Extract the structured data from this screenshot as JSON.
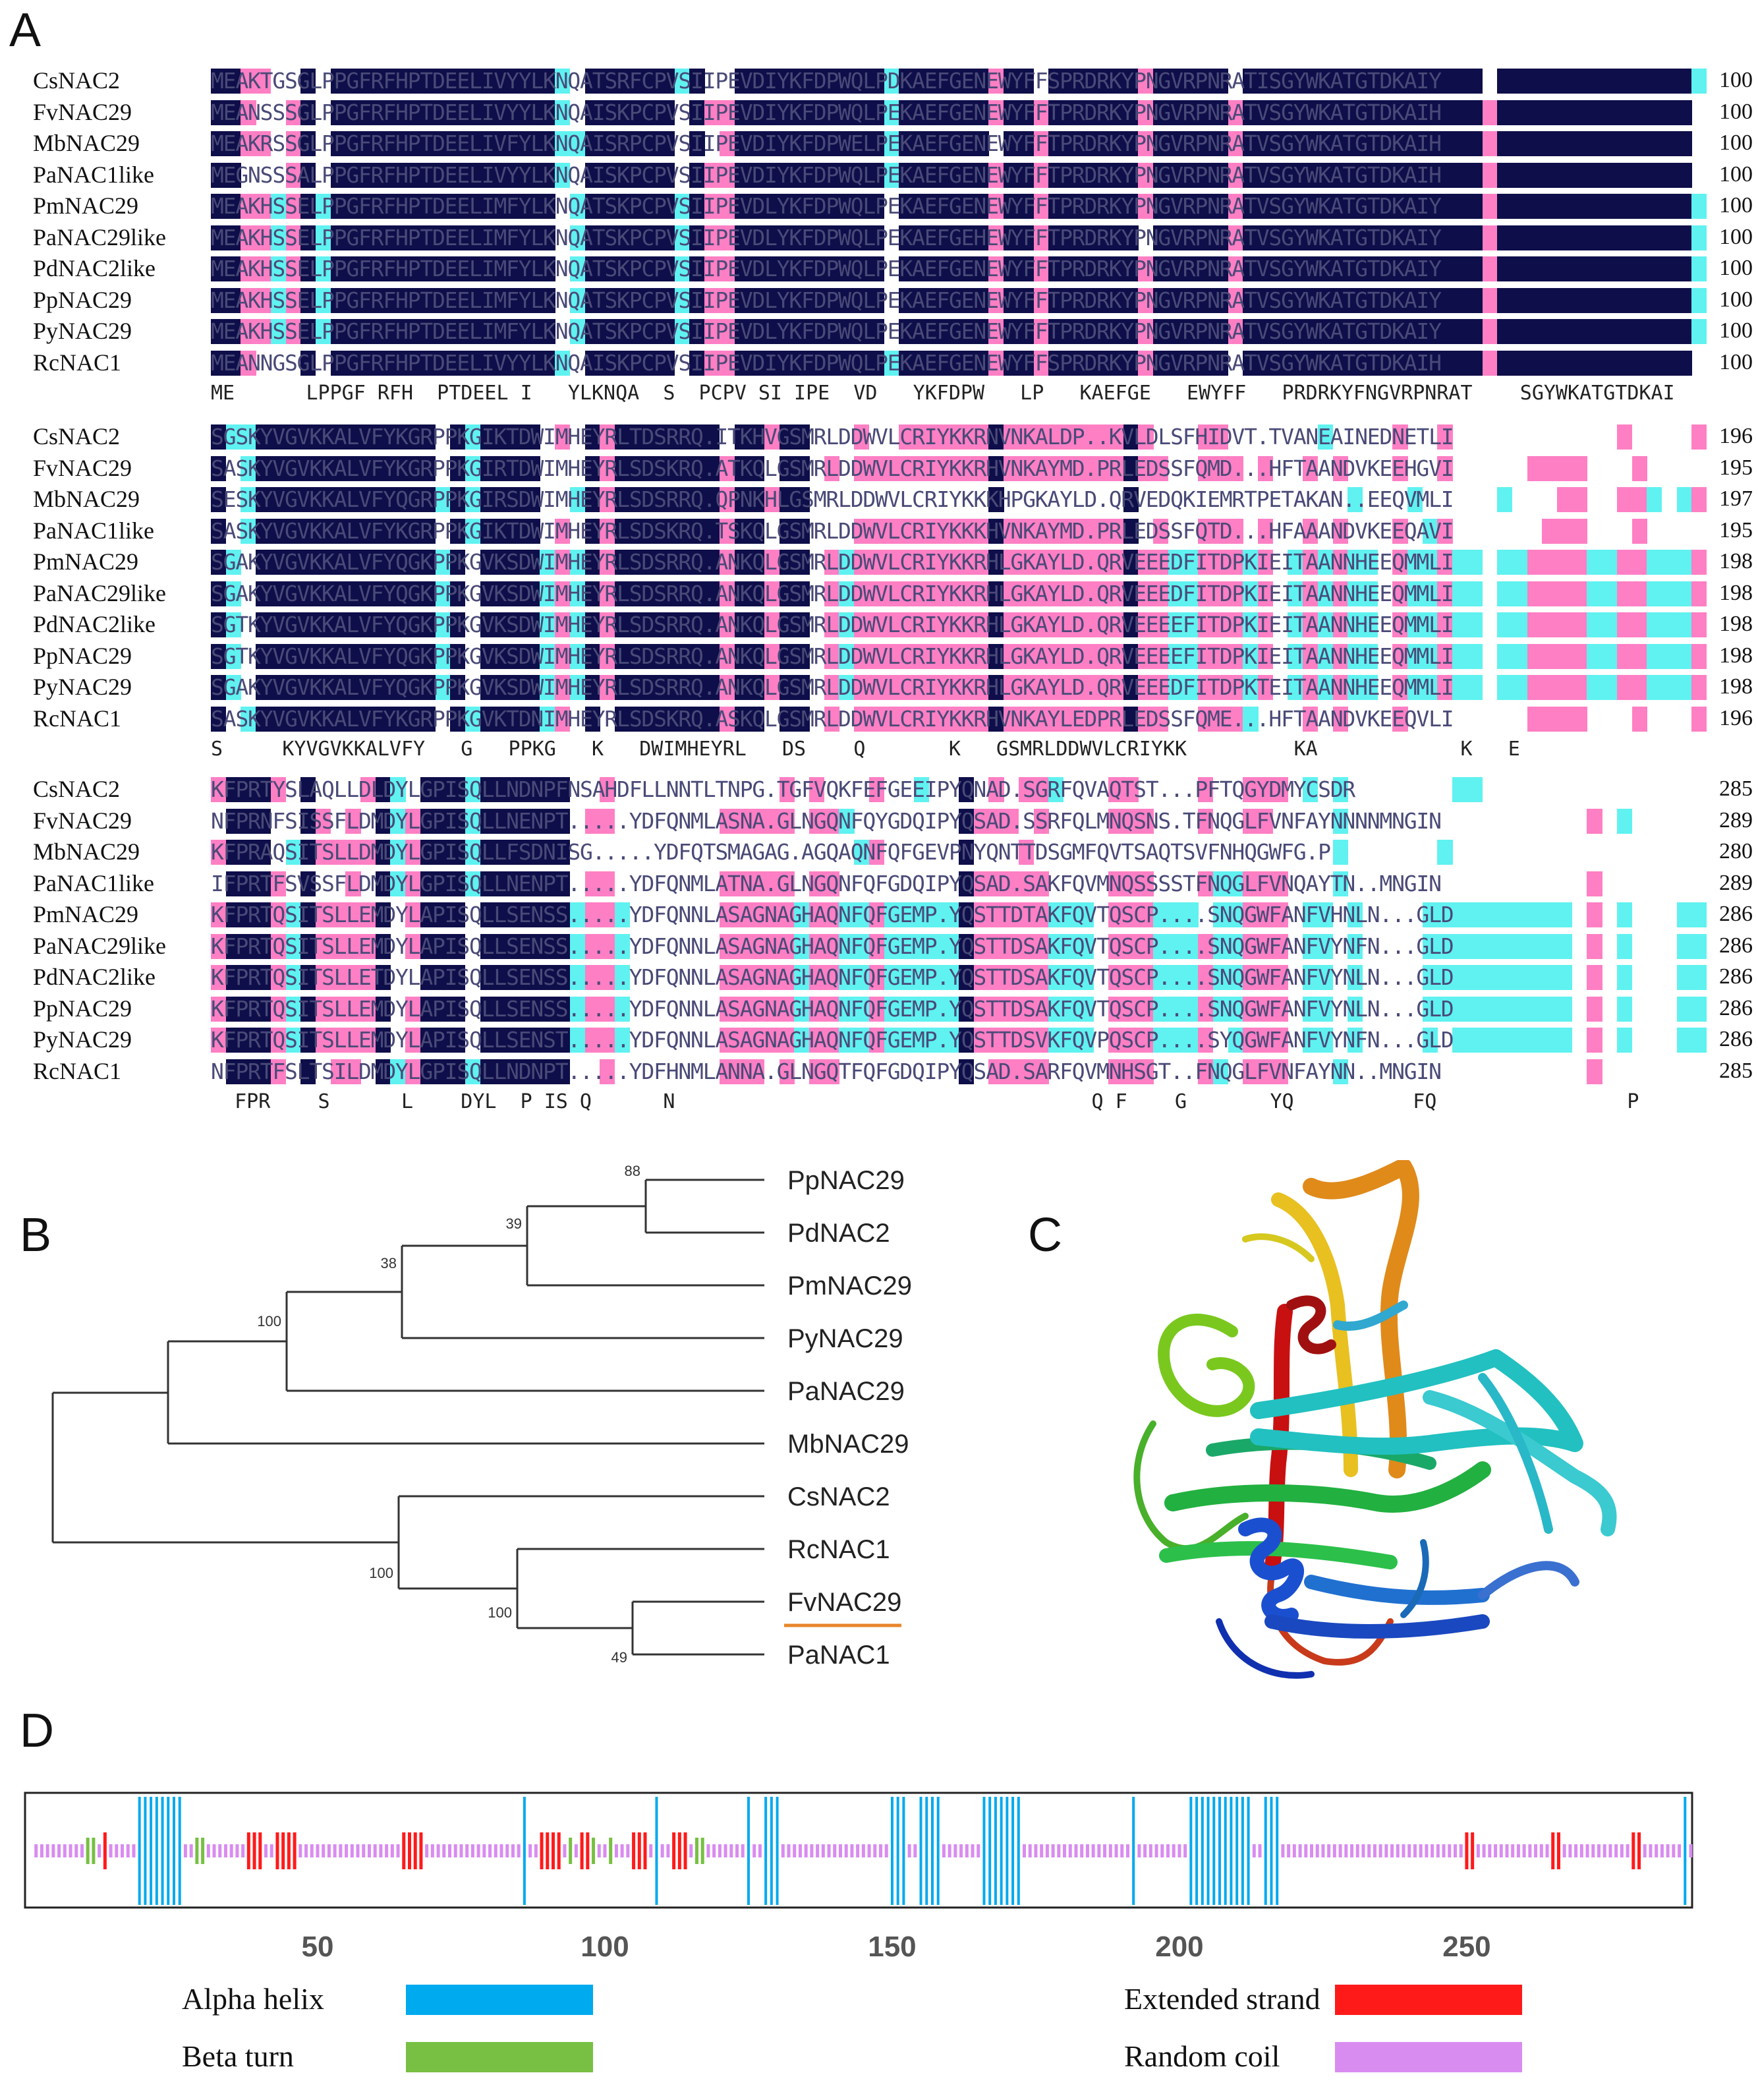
{
  "panels": {
    "a": "A",
    "b": "B",
    "c": "C",
    "d": "D"
  },
  "alignment": {
    "blocks": [
      {
        "rows": [
          {
            "name": "CsNAC2",
            "seq": "MEAKTGSGLPPGFRFHPTDEELIVYYLKNQATSRFCPVSIIPEVDIYKFDPWQLPDKAEFGENEWYFFSPRDRKYPNGVRPNRATISGYWKATGTDKAIY",
            "end": "100"
          },
          {
            "name": "FvNAC29",
            "seq": "MEANSSSGLPPGFRFHPTDEELIVYYLKNQAISKPCPVSIIPEVDIYKFDPWQLPEKAEFGENEWYFFTPRDRKYPNGVRPNRATVSGYWKATGTDKAIH",
            "end": "100"
          },
          {
            "name": "MbNAC29",
            "seq": "MEAKRSSGLPPGFRFHPTDEELIVFYLKNQAISRPCPVSIIPEVDIYKFDPWELPEKAEFGENEWYFFTPRDRKYPNGVRPNRATVSGYWKATGTDKAIH",
            "end": "100"
          },
          {
            "name": "PaNAC1like",
            "seq": "MEGNSSSALPPGFRFHPTDEELIVYYLKNQAISKPCPVSIIPEVDIYKFDPWQLPEKAEFGENEWYFFTPRDRKYPNGVRPNRATVSGYWKATGTDKAIH",
            "end": "100"
          },
          {
            "name": "PmNAC29",
            "seq": "MEAKHSSELPPGFRFHPTDEELIMFYLKNQATSKPCPVSIIPEVDLYKFDPWQLPEKAEFGENEWYFFTPRDRKYPNGVRPNRATVSGYWKATGTDKAIY",
            "end": "100"
          },
          {
            "name": "PaNAC29like",
            "seq": "MEAKHSSELPPGFRFHPTDEELIMFYLKNQATSKPCPVSIIPEVDLYKFDPWQLPEKAEFGEHEWYFFTPRDRKYPNGVRPNRATVSGYWKATGTDKAIY",
            "end": "100"
          },
          {
            "name": "PdNAC2like",
            "seq": "MEAKHSSELPPGFRFHPTDEELIMFYLKNQATSKPCPVSIIPEVDLYKFDPWQLPEKAEFGENEWYFFTPRDRKYPNGVRPNRATVSGYWKATGTDKAIY",
            "end": "100"
          },
          {
            "name": "PpNAC29",
            "seq": "MEAKHSSELPPGFRFHPTDEELIMFYLKNQATSKPCPVSIIPEVDLYKFDPWQLPEKAEFGENEWYFFTPRDRKYPNGVRPNRATVSGYWKATGTDKAIY",
            "end": "100"
          },
          {
            "name": "PyNAC29",
            "seq": "MEAKHSSELPPGFRFHPTDEELIMFYLKNQATSKPCPVSIIPEVDLYKFDPWQLPEKAEFGENEWYFFTPRDRKYPNGVRPNRATVSGYWKATGTDKAIY",
            "end": "100"
          },
          {
            "name": "RcNAC1",
            "seq": "MEANNGSGLPPGFRFHPTDEELIVYYLKNQAISKPCPVSIIPEVDIYKFDPWQLPEKAEFGENEWYFFSPRDRKYPNGVRPNRATVSGYWKATGTDKAIH",
            "end": "100"
          }
        ],
        "consensus": "ME      LPPGF RFH  PTDEEL I   YLKNQA  S  PCPV SI IPE  VD   YKFDPW   LP   KAEFGE   EWYFF   PRDRKYFNGVRPNRAT    SGYWKATGTDKAI"
      },
      {
        "rows": [
          {
            "name": "CsNAC2",
            "seq": "SGSKYVGVKKALVFYKGRPPKGIKTDWIMHEYRLTDSRRQ.ITKHVGSMRLDDWVLCRIYKKRNVNKALDP..KVLDLSFHIDVT.TVANEAINEDNETLI",
            "end": "196"
          },
          {
            "name": "FvNAC29",
            "seq": "SASKYVGVKKALVFYKGRPPKGIRTDWIMHEYRLSDSKRQ.ATKQLGSMRLDDWVLCRIYKKRHVNKAYMD.PRLEDSSFQMD...HFTAANDVKEEHGVI",
            "end": "195"
          },
          {
            "name": "MbNAC29",
            "seq": "SESKYVGVKKALVFYQGRPPKGIRSDWIMHEYRLSDSRRQ.QPNKHLGSMRLDDWVLCRIYKKKHPGKAYLD.QRVEDQKIEMRTPETAKAN..EEQVMLI",
            "end": "197"
          },
          {
            "name": "PaNAC1like",
            "seq": "SASKYVGVKKALVFYKGRPPKGIKTDWIMHEYRLSDSKRQ.TSKQLGSMRLDDWVLCRIYKKKHVNKAYMD.PRLEDSSFQTD...HFAAANDVKEEQAVI",
            "end": "195"
          },
          {
            "name": "PmNAC29",
            "seq": "SGAKYVGVKKALVFYQGKPPKGVKSDWIMHEYRLSDSRRQ.ANKQLGSMRLDDWVLCRIYKKRHLGKAYLD.QRVEEEDFITDPKIEITAANNHEEQMMLI",
            "end": "198"
          },
          {
            "name": "PaNAC29like",
            "seq": "SGAKYVGVKKALVFYQGKPPKGVKSDWIMHEYRLSDSRRQ.ANKQLGSMRLDDWVLCRIYKKRHLGKAYLD.QRVEEEDFITDPKIEITAANNHEEQMMLI",
            "end": "198"
          },
          {
            "name": "PdNAC2like",
            "seq": "SGTKYVGVKKALVFYQGKPPKGVKSDWIMHEYRLSDSRRQ.ANKQLGSMRLDDWVLCRIYKKRHLGKAYLD.QRVEEEEFITDPKIEITAANNHEEQMMLI",
            "end": "198"
          },
          {
            "name": "PpNAC29",
            "seq": "SGTKYVGVKKALVFYQGKPPKGVKSDWIMHEYRLSDSRRQ.ANKQLGSMRLDDWVLCRIYKKRHLGKAYLD.QRVEEEEFITDPKIEITAANNHEEQMMLI",
            "end": "198"
          },
          {
            "name": "PyNAC29",
            "seq": "SGAKYVGVKKALVFYQGKPPKGVKSDWIMHEYRLSDSRRQ.ANKQLGSMRLDDWVLCRIYKKRHLGKAYLD.QRVEEEDFITDPKTEITAANNHEEQMMLI",
            "end": "198"
          },
          {
            "name": "RcNAC1",
            "seq": "SASKYVGVKKALVFYKGRPPKGVKTDNIMHEYRLSDSKRQ.ASKQLGSMRLDDWVLCRIYKKRHVNKAYLEDPRLEDSSFQME...HFTAANDVKEEQVLI",
            "end": "196"
          }
        ],
        "consensus": "S     KYVGVKKALVFY   G   PPKG   K   DWIMHEYRL   DS    Q       K   GSMRLDDWVLCRIYKK         KA            K   E"
      },
      {
        "rows": [
          {
            "name": "CsNAC2",
            "seq": "KFPRTYSLAQLLDLDYLGPISQLLNDNPFNSAHDFLLNNTLTNPG.TGFVQKFEFGEEIPYQNAD.SGRFQVAQTST...PFTQGYDMYCSDR",
            "end": "285"
          },
          {
            "name": "FvNAC29",
            "seq": "NFPRNFSISSFLDMDYLGPISQLLNENPT.....YDFQNMLASNA.GLNGQNFQYGDQIPYQSAD.SSRFQLMNQSNS.TFNQGLFVNFAYNNNNMNGIN",
            "end": "289"
          },
          {
            "name": "MbNAC29",
            "seq": "KFPRAQSITSLLDMDYLGPISQLLFSDNISG.....YDFQTSMAGAG.AGQAQNFQFGEVPNYQNTTDSGMFQVTSAQTSVFNHQGWFG.P",
            "end": "280"
          },
          {
            "name": "PaNAC1like",
            "seq": "IFPRTFSVSSFLDMDYLGPISQLLNENPT.....YDFQNMLATNA.GLNGQNFQFGDQIPYQSAD.SAKFQVMNQSSSSTFNQGLFVNQAYTN..MNGIN",
            "end": "289"
          },
          {
            "name": "PmNAC29",
            "seq": "KFPRTQSITSLLEMDYLAPISQLLSENSS.....YDFQNNLASAGNAGHAQNFQFGEMP.YQSTTDTAKFQVTQSCP....SNQGWFANFVHNLN...GLD",
            "end": "286"
          },
          {
            "name": "PaNAC29like",
            "seq": "KFPRTQSITSLLEMDYLAPISQLLSENSS.....YDFQNNLASAGNAGHAQNFQFGEMP.YQSTTDSAKFQVTQSCP....SNQGWFANFVYNFN...GLD",
            "end": "286"
          },
          {
            "name": "PdNAC2like",
            "seq": "KFPRTQSITSLLETDYLAPISQLLSENSS.....YDFQNNLASAGNAGHAQNFQFGEMP.YQSTTDSAKFQVTQSCP....SNQGWFANFVYNLN...GLD",
            "end": "286"
          },
          {
            "name": "PpNAC29",
            "seq": "KFPRTQSITSLLEMDYLAPISQLLSENSS.....YDFQNNLASAGNAGHAQNFQFGEMP.YQSTTDSAKFQVTQSCP....SNQGWFANFVYNLN...GLD",
            "end": "286"
          },
          {
            "name": "PyNAC29",
            "seq": "KFPRTQSITSLLEMDYLAPISQLLSENST.....YDFQNNLASAGNAGHAQNFQFGEMP.YQSTTDSVKFQVPQSCP....SYQGWFANFVYNFN...GLD",
            "end": "286"
          },
          {
            "name": "RcNAC1",
            "seq": "NFPRTFSLTSILDMDYLGPISQLLNDNPT.....YDFHNMLANNA.GLNGQTFQFGDQIPYQSAD.SARFQVMNHSGT..FNQGLFVNFAYNN..MNGIN",
            "end": "285"
          }
        ],
        "consensus": "  FPR    S      L    DYL  P IS Q      N                                   Q F    G       YQ          FQ                P"
      }
    ]
  },
  "tree": {
    "taxa": [
      "PpNAC29",
      "PdNAC2",
      "PmNAC29",
      "PyNAC29",
      "PaNAC29",
      "MbNAC29",
      "CsNAC2",
      "RcNAC1",
      "FvNAC29",
      "PaNAC1"
    ],
    "bootstraps": {
      "pp_pd": "88",
      "pm": "39",
      "py": "38",
      "pa29": "100",
      "cs_clade": "100",
      "rc": "100",
      "fv_pa": "49"
    },
    "highlight_color": "#e8862a"
  },
  "secondary_structure": {
    "axis_ticks": [
      "50",
      "100",
      "150",
      "200",
      "250"
    ],
    "axis_values": [
      50,
      100,
      150,
      200,
      250
    ],
    "length": 289,
    "helix_positions": [
      19,
      20,
      21,
      22,
      23,
      24,
      25,
      26,
      86,
      109,
      125,
      128,
      129,
      130,
      150,
      151,
      152,
      155,
      156,
      157,
      158,
      166,
      167,
      168,
      169,
      170,
      171,
      172,
      192,
      202,
      203,
      204,
      205,
      206,
      207,
      208,
      209,
      210,
      211,
      212,
      215,
      216,
      217,
      288
    ],
    "strand_positions": [
      13,
      38,
      39,
      40,
      43,
      44,
      45,
      46,
      65,
      66,
      67,
      68,
      89,
      90,
      91,
      92,
      96,
      97,
      105,
      106,
      107,
      112,
      113,
      114,
      250,
      251,
      265,
      266,
      279,
      280
    ],
    "turn_positions": [
      10,
      11,
      29,
      30,
      94,
      98,
      101,
      116,
      117
    ],
    "legend": {
      "alpha_helix": "Alpha helix",
      "beta_turn": "Beta turn",
      "extended_strand": "Extended strand",
      "random_coil": "Random coil"
    },
    "colors": {
      "helix": "#00aaee",
      "turn": "#77c043",
      "strand": "#ff1a1a",
      "coil": "#d98cf0"
    }
  },
  "alignment_colors": {
    "identical": "#0e0e4a",
    "high": "#ff7fc4",
    "medium": "#5ff2f0"
  }
}
